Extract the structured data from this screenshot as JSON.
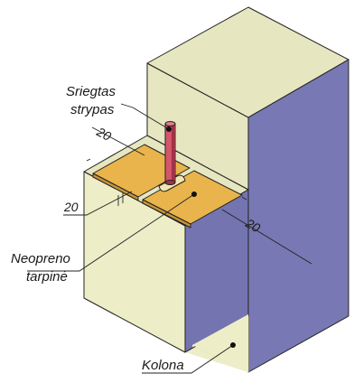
{
  "labels": {
    "rod_line1": "Sriegtas",
    "rod_line2": "strypas",
    "pad_line1": "Neopreno",
    "pad_line2": "tarpinė",
    "column": "Kolona"
  },
  "dimensions": {
    "top": "20",
    "left": "20",
    "right": "20"
  },
  "colors": {
    "face_light": "#E6E6C0",
    "face_front": "#EDEDC8",
    "face_side": "#7878B4",
    "face_side_dark": "#6868A6",
    "pad": "#E9B44C",
    "pad_dark": "#C8963A",
    "rod": "#D4566A",
    "rod_dark": "#9E3445",
    "outline": "#222222"
  }
}
